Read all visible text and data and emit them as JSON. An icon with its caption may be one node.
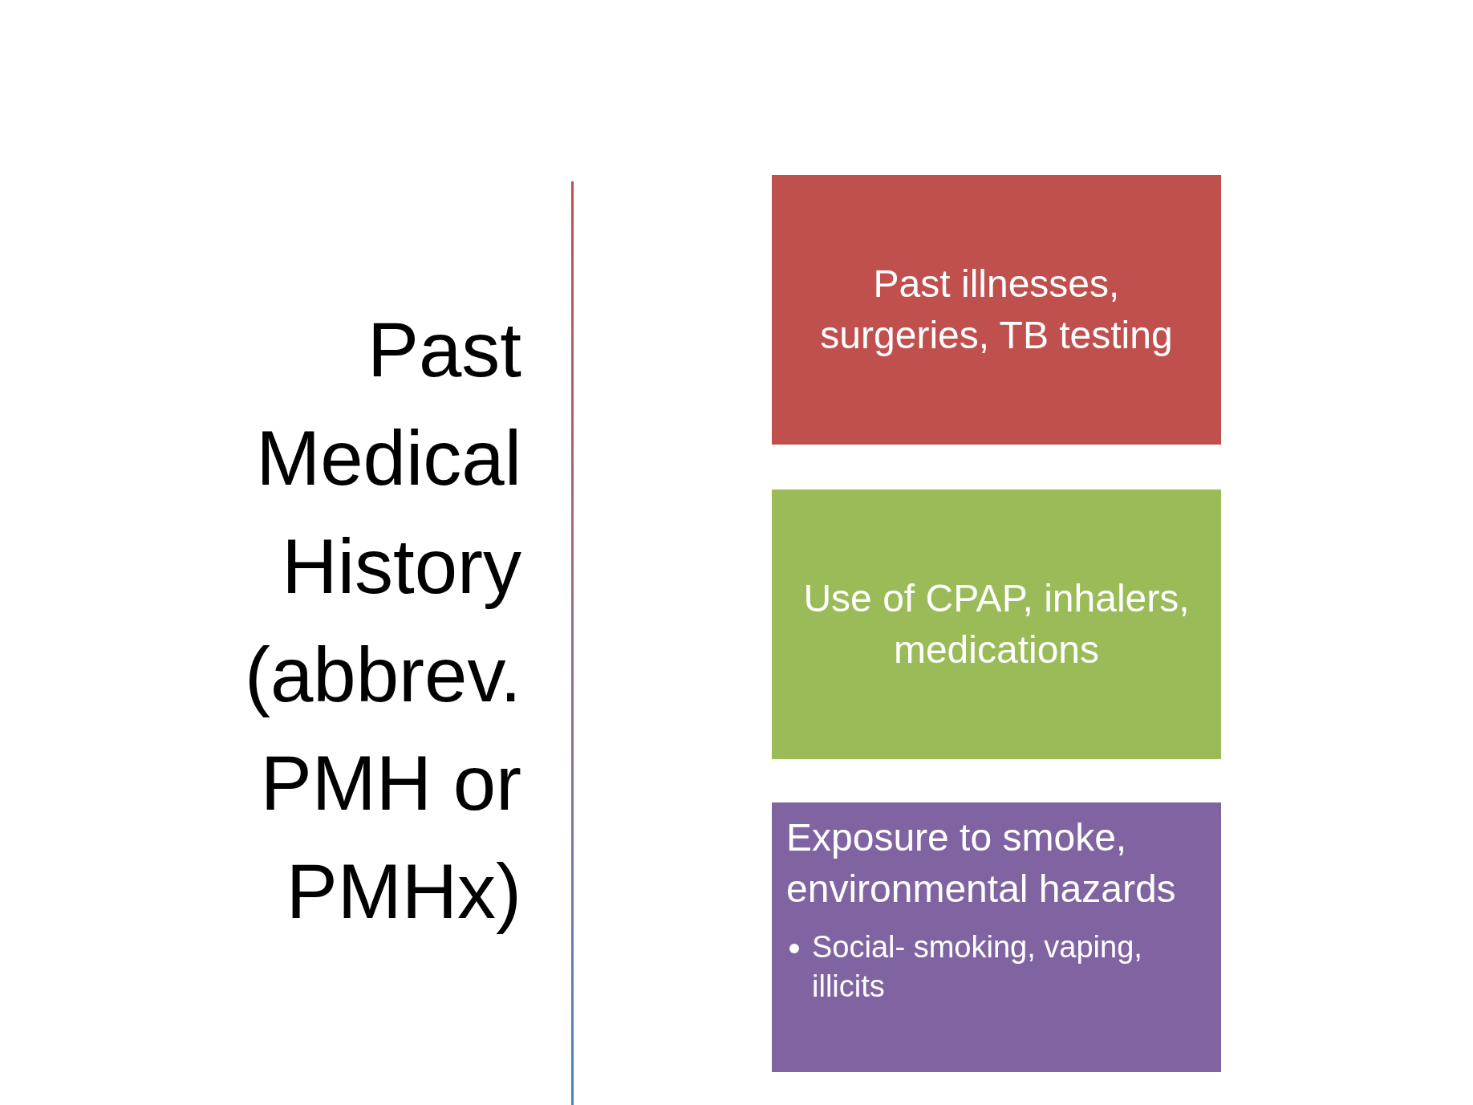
{
  "diagram": {
    "title": "Past Medical History (abbrev. PMH or PMHx)",
    "nodes": [
      {
        "text": [
          "Past illnesses, surgeries, TB testing"
        ]
      },
      {
        "text": [
          "Use of CPAP, inhalers, medications"
        ]
      },
      {
        "text": [
          "Exposure to smoke, environmental hazards",
          "Social- smoking, vaping, illicits"
        ]
      }
    ]
  }
}
